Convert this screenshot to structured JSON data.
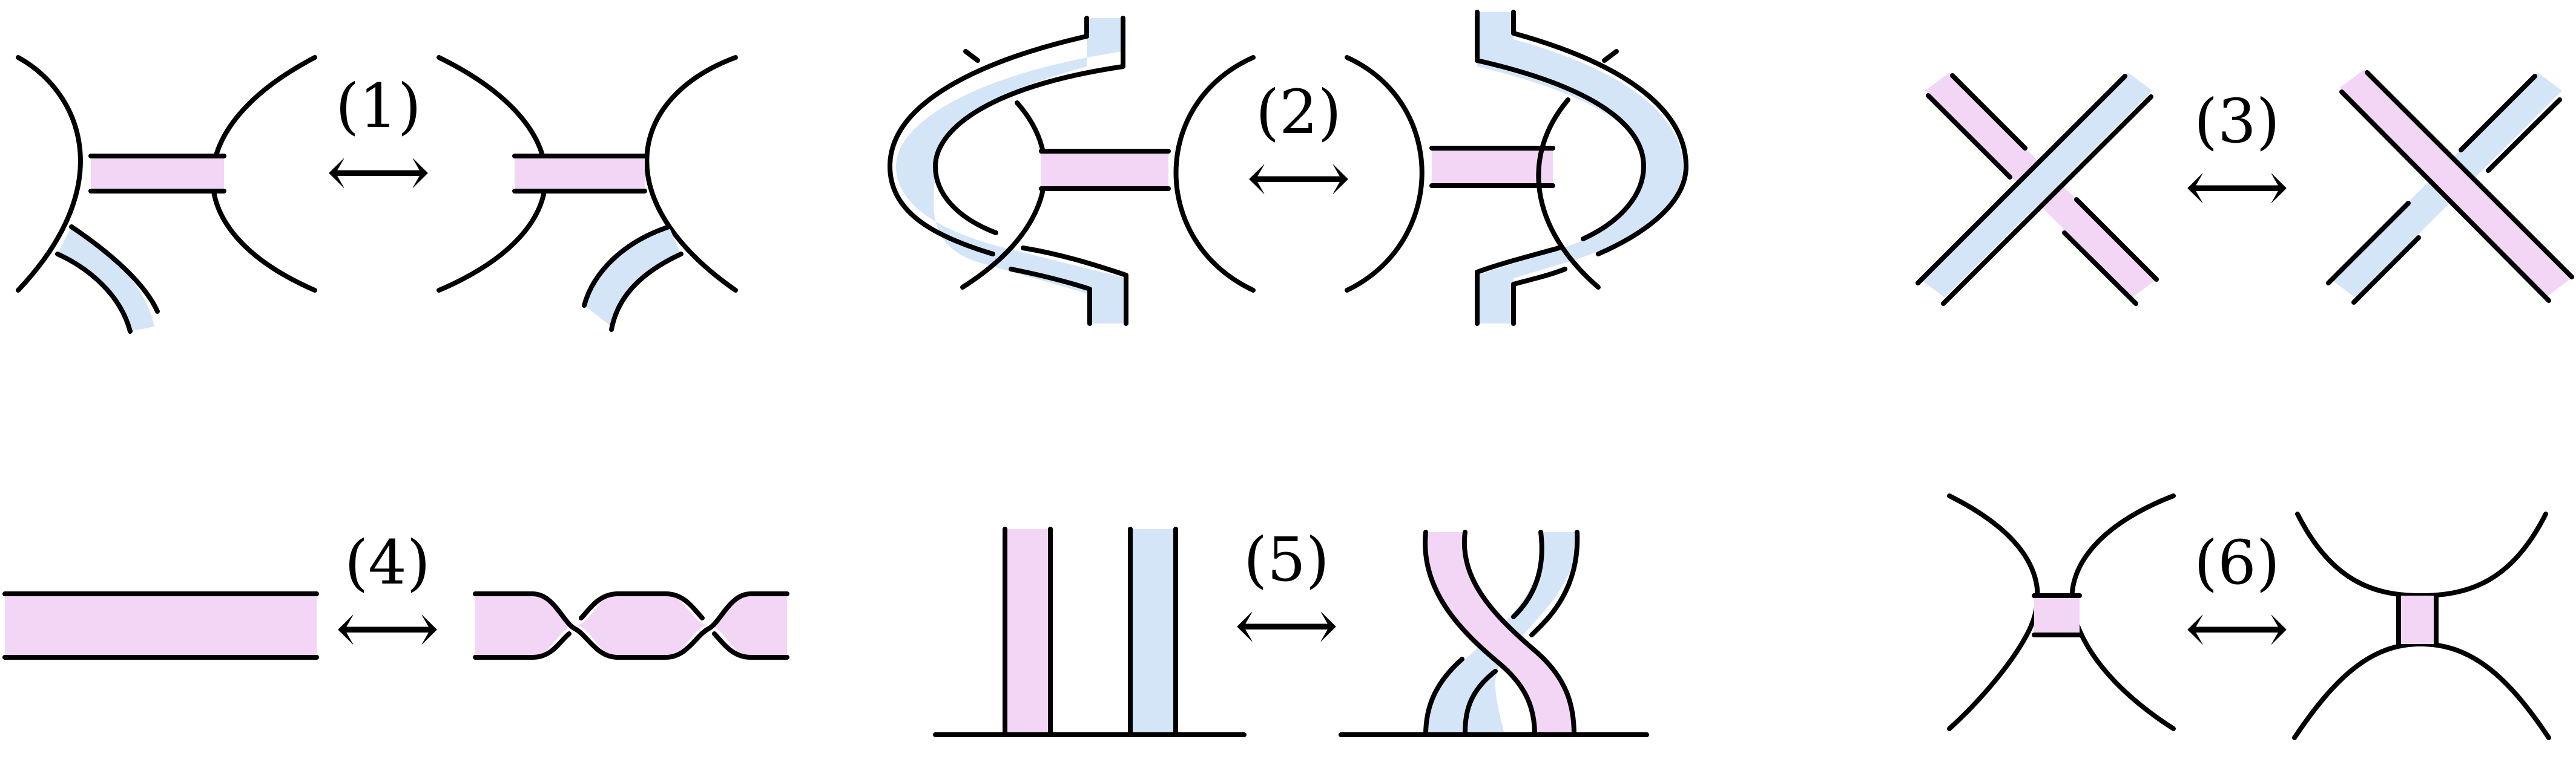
{
  "figure": {
    "colors": {
      "pink": "#f3d6f6",
      "blue": "#d4e5f8",
      "line": "#000000"
    },
    "moves": [
      {
        "label": "(1)",
        "arrow": "⟷"
      },
      {
        "label": "(2)",
        "arrow": "⟷"
      },
      {
        "label": "(3)",
        "arrow": "⟷"
      },
      {
        "label": "(4)",
        "arrow": "⟷"
      },
      {
        "label": "(5)",
        "arrow": "⟷"
      },
      {
        "label": "(6)",
        "arrow": "⟷"
      }
    ]
  }
}
